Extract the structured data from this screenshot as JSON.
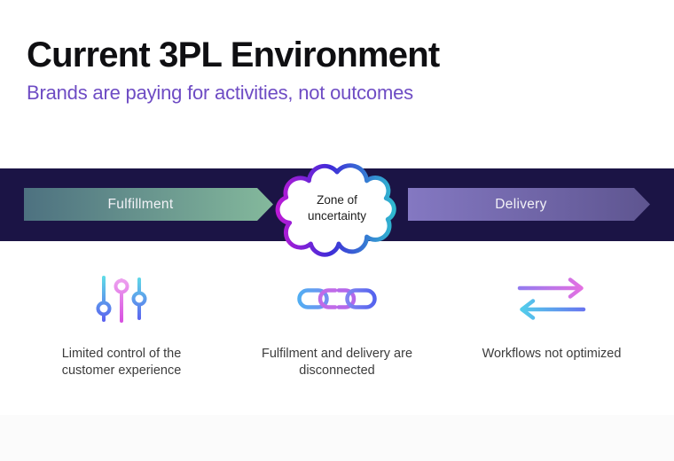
{
  "header": {
    "title": "Current 3PL Environment",
    "subtitle": "Brands are paying for activities, not outcomes"
  },
  "flow": {
    "left_arrow": "Fulfillment",
    "cloud_label": "Zone of uncertainty",
    "right_arrow": "Delivery"
  },
  "features": [
    {
      "icon": "sliders-icon",
      "caption": "Limited control of the customer experience"
    },
    {
      "icon": "broken-chain-icon",
      "caption": "Fulfilment and delivery are disconnected"
    },
    {
      "icon": "sync-arrows-icon",
      "caption": "Workflows not optimized"
    }
  ],
  "colors": {
    "banner_bg": "#1b1445",
    "title_text": "#0f0f12",
    "subtitle_accent": "#6e4cc4",
    "fulfillment_gradient": [
      "#4d7180",
      "#84b99c"
    ],
    "delivery_gradient": [
      "#8478c2",
      "#5e5590"
    ],
    "cloud_border_gradient": [
      "#bb1ad6",
      "#3f2bd8",
      "#2fb9cf"
    ],
    "caption_text": "#3c3c3c"
  }
}
